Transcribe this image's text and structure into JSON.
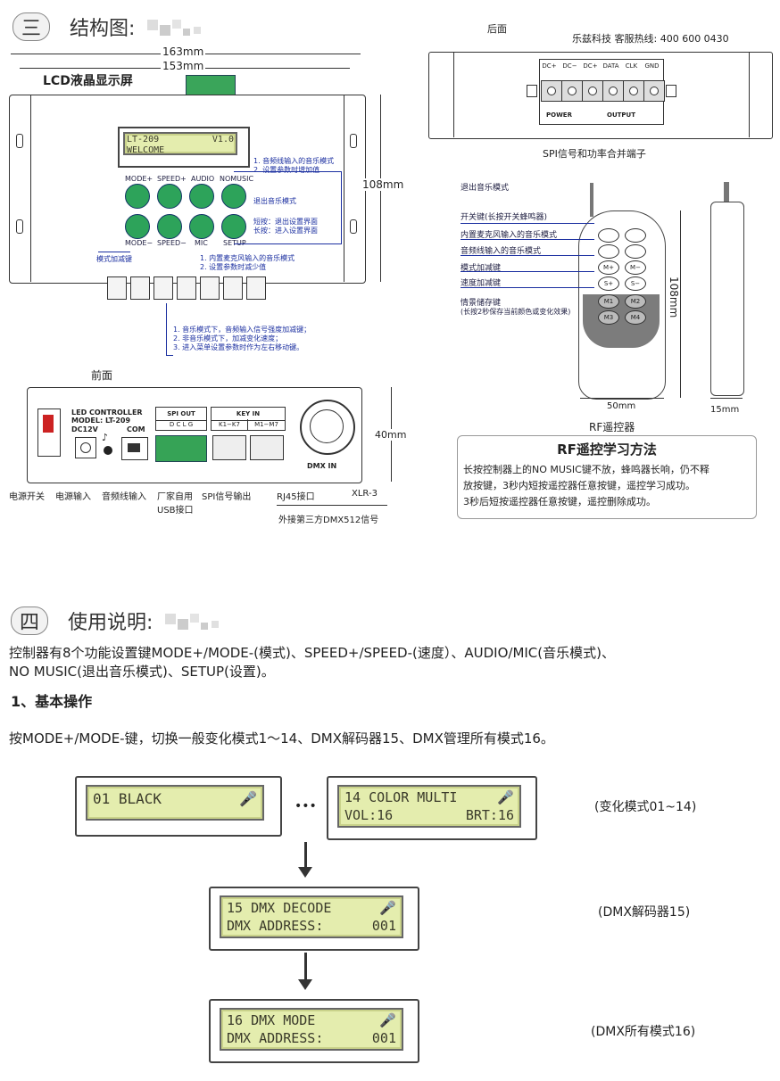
{
  "section3": {
    "num": "三",
    "title": "结构图:"
  },
  "section4": {
    "num": "四",
    "title": "使用说明:"
  },
  "hotline": "乐兹科技 客服热线: 400 600 0430",
  "dims": {
    "w163": "163mm",
    "w153": "153mm",
    "h108": "108mm",
    "h40": "40mm",
    "r50": "50mm",
    "r15": "15mm",
    "r108": "108mm"
  },
  "lcd_label": "LCD液晶显示屏",
  "device_lcd": {
    "line1a": "LT-209",
    "line1b": "V1.0",
    "line2": "WELCOME"
  },
  "keys": {
    "mode_plus": "MODE+",
    "speed_plus": "SPEED+",
    "audio": "AUDIO",
    "nomusic": "NOMUSIC",
    "mode_minus": "MODE−",
    "speed_minus": "SPEED−",
    "mic": "MIC",
    "setup": "SETUP"
  },
  "notes": {
    "audio1": "1. 音频线输入的音乐模式",
    "audio2": "2. 设置参数时增加值",
    "nomusic": "退出音乐模式",
    "setup1": "短按：退出设置界面",
    "setup2": "长按：进入设置界面",
    "mic1": "1. 内置麦克风输入的音乐模式",
    "mic2": "2. 设置参数时减少值",
    "mode": "模式加减键",
    "speed1": "1. 音乐模式下，音频输入信号强度加减键；",
    "speed2": "2. 非音乐模式下，加减变化速度；",
    "speed3": "3. 进入菜单设置参数时作为左右移动键。"
  },
  "back": {
    "title": "后面",
    "ports": [
      "DC+",
      "DC−",
      "DC+",
      "DATA",
      "CLK",
      "GND"
    ],
    "power": "POWER",
    "output": "OUTPUT",
    "caption": "SPI信号和功率合并端子"
  },
  "front": {
    "title": "前面",
    "brand1": "LED CONTROLLER",
    "brand2": "MODEL: LT-209",
    "dc": "DC12V",
    "com": "COM",
    "spi": "SPI OUT",
    "spi_pins": "D  C  L  G",
    "keyin": "KEY IN",
    "k1": "K1−K7",
    "m1": "M1−M7",
    "dmx": "DMX IN"
  },
  "front_labels": [
    "电源开关",
    "电源输入",
    "音频线输入",
    "厂家自用\nUSB接口",
    "SPI信号输出",
    "RJ45接口",
    "XLR-3"
  ],
  "front_sub": "外接第三方DMX512信号",
  "remote": {
    "labels": [
      "退出音乐模式",
      "开关键(长按开关蜂鸣器)",
      "内置麦克风输入的音乐模式",
      "音频线输入的音乐模式",
      "模式加减键",
      "速度加减键",
      "情景储存键",
      "(长按2秒保存当前颜色或变化效果)"
    ],
    "caption": "RF遥控器",
    "btns": [
      "M+",
      "M−",
      "S+",
      "S−",
      "M1",
      "M2",
      "M3",
      "M4"
    ]
  },
  "rf_box": {
    "title": "RF遥控学习方法",
    "line1": "长按控制器上的NO MUSIC键不放，蜂鸣器长响，仍不释",
    "line2": "放按键，3秒内短按遥控器任意按键，遥控学习成功。",
    "line3": "3秒后短按遥控器任意按键，遥控删除成功。"
  },
  "usage": {
    "p1a": "控制器有8个功能设置键MODE+/MODE-(模式)、SPEED+/SPEED-(速度）、AUDIO/MIC(音乐模式)、",
    "p1b": "NO MUSIC(退出音乐模式)、SETUP(设置)。",
    "h1": "1、基本操作",
    "p2": "按MODE+/MODE-键，切换一般变化模式1～14、DMX解码器15、DMX管理所有模式16。"
  },
  "screens": {
    "s1": {
      "line1": "01  BLACK"
    },
    "dots": "•••",
    "s2": {
      "line1": "14  COLOR MULTI",
      "line2a": "VOL:16",
      "line2b": "BRT:16"
    },
    "s3": {
      "line1": "15  DMX DECODE",
      "line2a": "DMX ADDRESS:",
      "line2b": "001"
    },
    "s4": {
      "line1": "16  DMX MODE",
      "line2a": "DMX ADDRESS:",
      "line2b": "001"
    },
    "cap1": "(变化模式01~14)",
    "cap2": "(DMX解码器15)",
    "cap3": "(DMX所有模式16)"
  }
}
